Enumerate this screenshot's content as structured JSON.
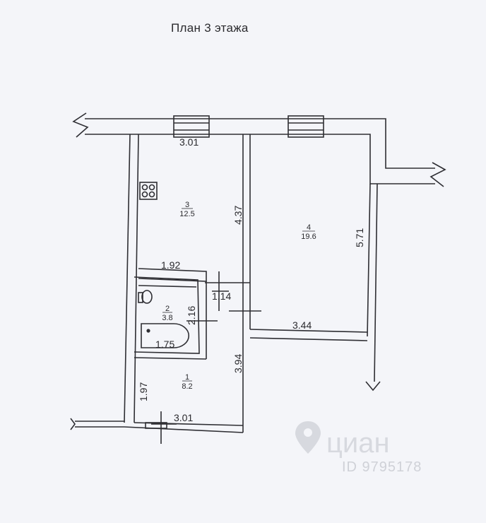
{
  "title": "План 3  этажа",
  "rooms": [
    {
      "number": "1",
      "area": "8.2"
    },
    {
      "number": "2",
      "area": "3.8"
    },
    {
      "number": "3",
      "area": "12.5"
    },
    {
      "number": "4",
      "area": "19.6"
    }
  ],
  "dimensions": {
    "kitchen_top": "3.01",
    "kitchen_side": "4.37",
    "kitchen_bottom": "1.92",
    "room4_side": "5.71",
    "room4_bottom": "3.44",
    "corridor_width": "1.14",
    "bath_side": "2.16",
    "bath_width": "1.75",
    "hall_side": "3.94",
    "hall_left": "1.97",
    "hall_bottom": "3.01"
  },
  "watermark": {
    "brand": "циан",
    "id": "ID 9795178"
  }
}
